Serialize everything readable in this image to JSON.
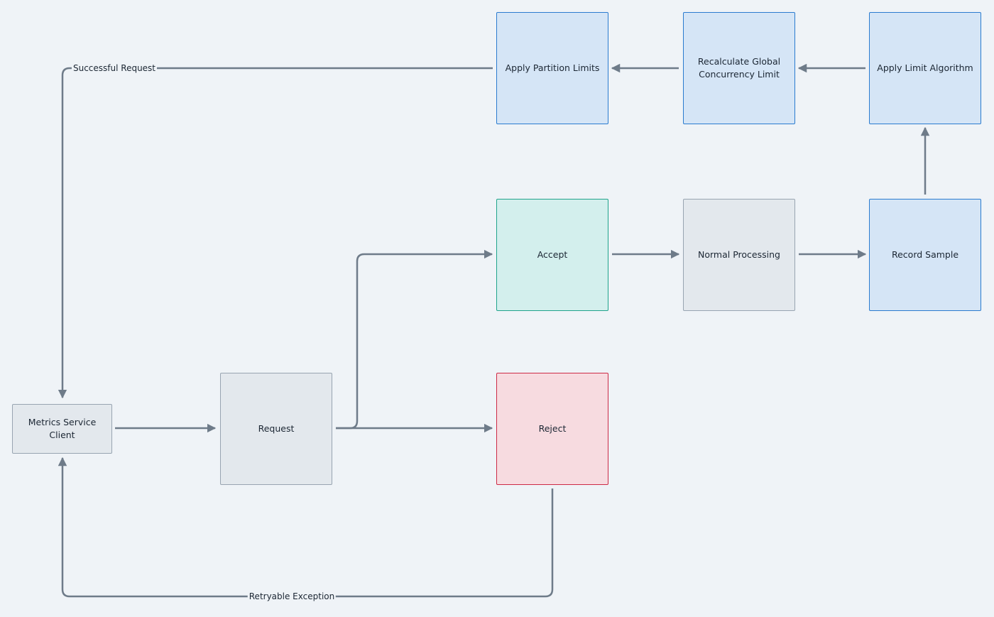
{
  "diagram": {
    "nodes": {
      "metrics_client": "Metrics Service\nClient",
      "request": "Request",
      "accept": "Accept",
      "reject": "Reject",
      "normal_processing": "Normal Processing",
      "record_sample": "Record Sample",
      "apply_limit_algorithm": "Apply Limit Algorithm",
      "recalculate_global": "Recalculate Global\nConcurrency Limit",
      "apply_partition_limits": "Apply Partition Limits"
    },
    "edge_labels": {
      "successful_request": "Successful Request",
      "retryable_exception": "Retryable Exception"
    },
    "colors": {
      "background": "#eff3f7",
      "connector": "#6e7b89",
      "blue_fill": "#d5e5f6",
      "blue_border": "#2a7bcf",
      "teal_fill": "#d3efed",
      "teal_border": "#1fa38b",
      "gray_fill": "#e3e8ed",
      "gray_border": "#98a4b1",
      "red_fill": "#f7dbe0",
      "red_border": "#cd2a46"
    }
  }
}
